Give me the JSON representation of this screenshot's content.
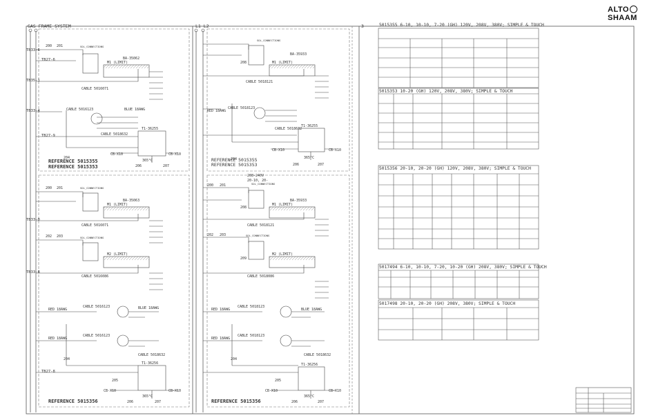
{
  "brand": {
    "logo_left": "ALTO",
    "logo_right": "SHAAM"
  },
  "left_panel": {
    "header": "GAS FRAME SYSTEM",
    "ref_top": "REFERENCE 5015355",
    "ref_top2": "REFERENCE 5015353",
    "ref_bottom": "REFERENCE 5015356",
    "temp_label": "365°C",
    "transformer": "T1-36255",
    "transformer2": "T1-36256",
    "cb_left": "CB-X10",
    "cb_right": "CB-X10",
    "wires": {
      "w200": "200",
      "w201": "201",
      "w202": "202",
      "w203": "203",
      "w204": "204",
      "w205": "205",
      "w206": "206",
      "w207": "207"
    },
    "solenoid": "SOL_CONNECTIONS",
    "pump1": "M1 (LIMIT)",
    "pump2": "M2 (LIMIT)",
    "ba_a": "BA-35062",
    "ba_b": "BA-35063",
    "cable_a": "CABLE 5016071",
    "cable_b": "CABLE 5016123",
    "cable_c": "CABLE 5018632",
    "cable_d": "CABLE 5016086",
    "red_awg": "RED 18AWG",
    "blue_awg": "BLUE 18AWG",
    "tb_labels": [
      "TB33-6",
      "TB27-6",
      "TB35-1",
      "TB33-4",
      "TB27-9",
      "TB33-0",
      "TB33-8",
      "TB27-8"
    ]
  },
  "mid_panel": {
    "header": "L1  L2",
    "ref_top": "REFERENCE 5015355",
    "ref_top2": "REFERENCE 5015353",
    "ref_bottom": "REFERENCE 5015356",
    "voltage": "208-240V",
    "voltage2": "20-10, 20-",
    "transformer": "T1-36255",
    "transformer2": "T1-36256",
    "cb_left": "CB-X10",
    "cb_right": "CB-X10",
    "temp_label": "365°C",
    "w208": "208",
    "w209": "209",
    "ba_a": "BA-35933",
    "pump1": "M1 (LIMIT)",
    "pump2": "M2 (LIMIT)",
    "cable_a": "CABLE 5018121",
    "cable_b": "CABLE 5018123",
    "cable_c": "CABLE 5018632",
    "cable_d": "CABLE 5018086"
  },
  "right_panel": {
    "tables": [
      {
        "title": "5015355  6-10, 10-10, 7-20 (GH) 120V, 208V, 380V; SIMPLE & TOUCH"
      },
      {
        "title": "5015353  10-20 (GH) 120V, 208V, 380V; SIMPLE & TOUCH"
      },
      {
        "title": "5015356  20-10, 20-20 (GH) 120V, 208V, 380V; SIMPLE & TOUCH"
      },
      {
        "title": "5017494  6-10, 10-10, 7-20, 10-20 (GH) 208V, 380V; SIMPLE & TOUCH"
      },
      {
        "title": "5017498  20-10, 20-20 (GH) 208V, 380V; SIMPLE & TOUCH"
      }
    ]
  }
}
